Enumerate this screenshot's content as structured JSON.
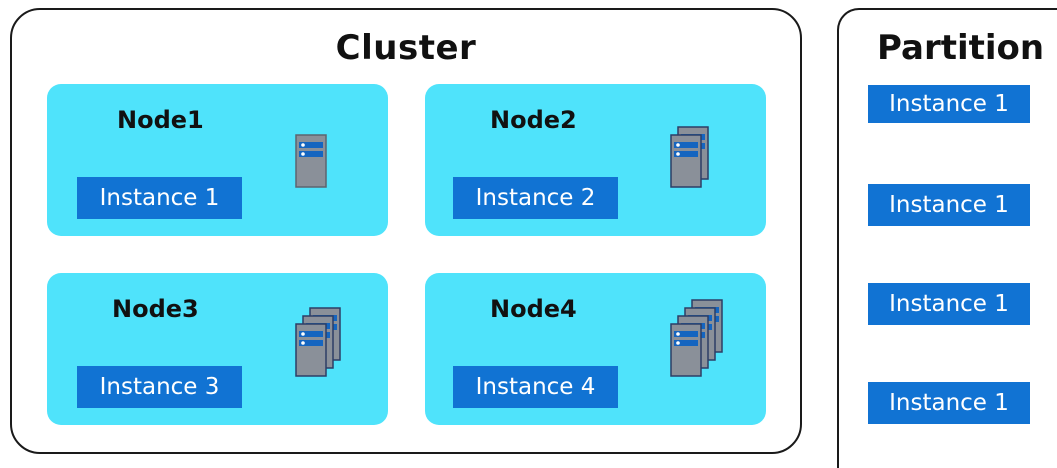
{
  "cluster": {
    "title": "Cluster",
    "nodes": [
      {
        "label": "Node1",
        "instance": "Instance 1",
        "icon": "server-icon",
        "stack": 1
      },
      {
        "label": "Node2",
        "instance": "Instance 2",
        "icon": "server-stack-icon",
        "stack": 2
      },
      {
        "label": "Node3",
        "instance": "Instance 3",
        "icon": "server-stack-icon",
        "stack": 3
      },
      {
        "label": "Node4",
        "instance": "Instance 4",
        "icon": "server-stack-icon",
        "stack": 4
      }
    ]
  },
  "partition": {
    "title": "Partition",
    "instances": [
      "Instance 1",
      "Instance 1",
      "Instance 1",
      "Instance 1"
    ]
  },
  "colors": {
    "node_fill": "#4fe3fb",
    "instance_fill": "#1173d3",
    "server_body": "#8a9099",
    "server_accent": "#1565c0"
  }
}
